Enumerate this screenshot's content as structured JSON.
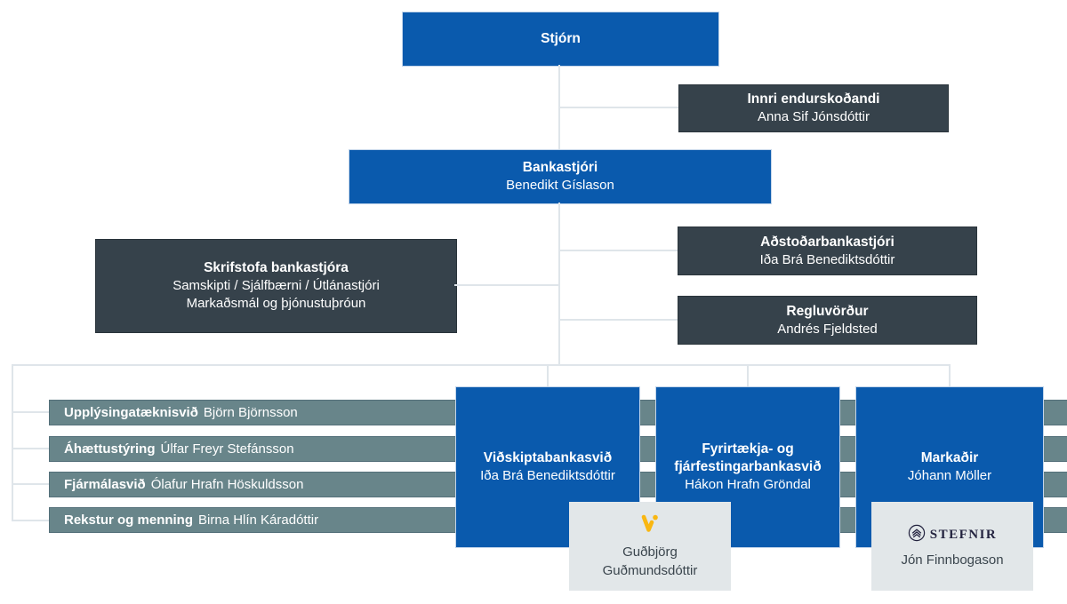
{
  "colors": {
    "primary_blue": "#0a5aad",
    "dark_slate": "#36424b",
    "teal_bar": "#68858a",
    "light_gray_box": "#e2e7e9",
    "connector_line": "#dfe5ea",
    "vordur_yellow": "#f9b712",
    "stefnir_navy": "#23233f"
  },
  "board": {
    "title": "Stjórn"
  },
  "internal_audit": {
    "title": "Innri endurskoðandi",
    "name": "Anna Sif Jónsdóttir"
  },
  "ceo": {
    "title": "Bankastjóri",
    "name": "Benedikt Gíslason"
  },
  "ceo_office": {
    "title": "Skrifstofa bankastjóra",
    "line2": "Samskipti / Sjálfbærni / Útlánastjóri",
    "line3": "Markaðsmál og þjónustuþróun"
  },
  "deputy_ceo": {
    "title": "Aðstoðarbankastjóri",
    "name": "Iða Brá Benediktsdóttir"
  },
  "compliance": {
    "title": "Regluvörður",
    "name": "Andrés Fjeldsted"
  },
  "bars": [
    {
      "title": "Upplýsingatæknisvið",
      "name": "Björn Björnsson"
    },
    {
      "title": "Áhættustýring",
      "name": "Úlfar Freyr Stefánsson"
    },
    {
      "title": "Fjármálasvið",
      "name": "Ólafur Hrafn Höskuldsson"
    },
    {
      "title": "Rekstur og menning",
      "name": "Birna Hlín Káradóttir"
    }
  ],
  "divisions": [
    {
      "title": "Viðskiptabankasvið",
      "name": "Iða Brá Benediktsdóttir"
    },
    {
      "title": "Fyrirtækja- og fjárfestingarbankasvið",
      "name": "Hákon Hrafn Gröndal"
    },
    {
      "title": "Markaðir",
      "name": "Jóhann Möller"
    }
  ],
  "subsidiaries": [
    {
      "logo": "vordur-logo",
      "name": "Guðbjörg Guðmundsdóttir"
    },
    {
      "logo": "stefnir-logo",
      "logo_text": "STEFNIR",
      "name": "Jón Finnbogason"
    }
  ]
}
